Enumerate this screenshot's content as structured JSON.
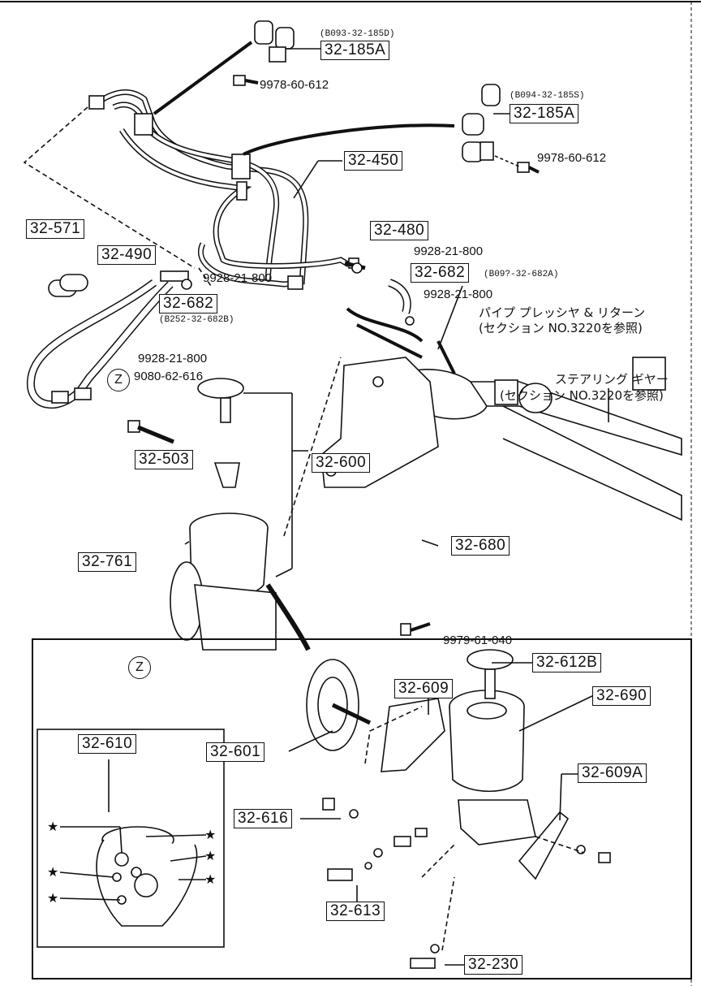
{
  "labels": {
    "p185a_top": "32-185A",
    "p185a_top_sub": "(B093-32-185D)",
    "bolt_612_top": "9978-60-612",
    "p185a_right": "32-185A",
    "p185a_right_sub": "(B094-32-185S)",
    "bolt_612_right": "9978-60-612",
    "p450": "32-450",
    "p571": "32-571",
    "p490": "32-490",
    "p480": "32-480",
    "w800_a": "9928-21-800",
    "p682_right": "32-682",
    "p682_right_sub": "(B09?-32-682A)",
    "w800_b": "9928-21-800",
    "w800_c": "9928-21-800",
    "p682_left": "32-682",
    "p682_left_sub": "(B252-32-682B)",
    "w800_d": "9928-21-800",
    "b616": "9080-62-616",
    "pipe_note_1": "パイプ プレッシヤ & リターン",
    "pipe_note_2": "(セクション NO.3220を参照)",
    "gear_note_1": "ステアリング ギヤー",
    "gear_note_2": "(セクション NO.3220を参照)",
    "p503": "32-503",
    "p600": "32-600",
    "p761": "32-761",
    "p680": "32-680",
    "b040": "9979-61-040",
    "z_top": "Z",
    "z_bottom": "Z",
    "p612b": "32-612B",
    "p609": "32-609",
    "p690": "32-690",
    "p601": "32-601",
    "p610": "32-610",
    "p609a": "32-609A",
    "p616": "32-616",
    "p613": "32-613",
    "p230": "32-230",
    "star": "★"
  }
}
